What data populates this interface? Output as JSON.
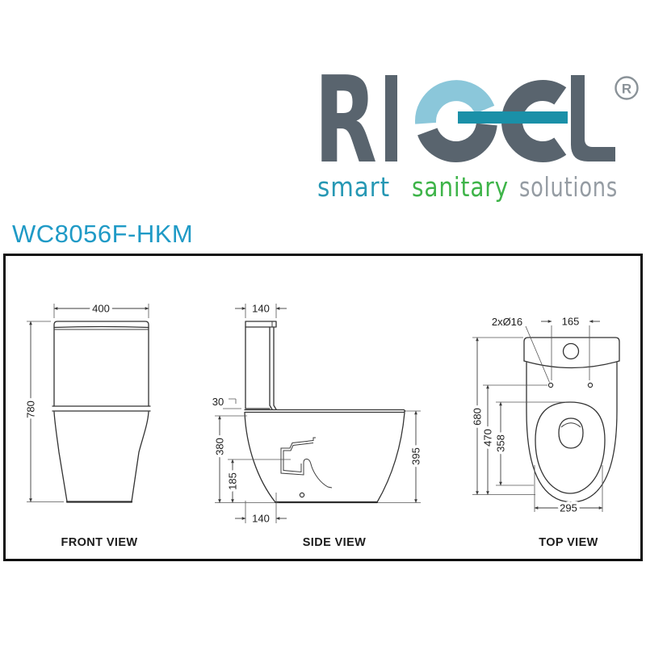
{
  "logo": {
    "brand": "RIGEL",
    "letter_r": "R",
    "letter_l": "L",
    "registered_mark": "R",
    "tagline": {
      "word1": "smart",
      "word2": "sanitary",
      "word3": "solutions"
    },
    "colors": {
      "letter_gray": "#59646e",
      "arc_light_blue": "#8bc7da",
      "bar_teal": "#1a90a8",
      "tagline_teal": "#2798b4",
      "tagline_green": "#3eb449",
      "tagline_gray": "#959ca3"
    }
  },
  "model_code": "WC8056F-HKM",
  "accent_color": "#1f9ac6",
  "views": {
    "front": {
      "label": "FRONT VIEW",
      "dim_width": "400",
      "dim_height": "780"
    },
    "side": {
      "label": "SIDE VIEW",
      "dim_tank_depth": "140",
      "dim_seat_thickness": "30",
      "dim_rim_height": "380",
      "dim_trap_height": "185",
      "dim_bowl_height": "395",
      "dim_base_depth": "140"
    },
    "top": {
      "label": "TOP VIEW",
      "dim_fixing_holes": "2xØ16",
      "dim_hole_spacing": "165",
      "dim_total_length": "680",
      "dim_bowl_length": "470",
      "dim_seat_length": "358",
      "dim_seat_width": "295"
    }
  }
}
